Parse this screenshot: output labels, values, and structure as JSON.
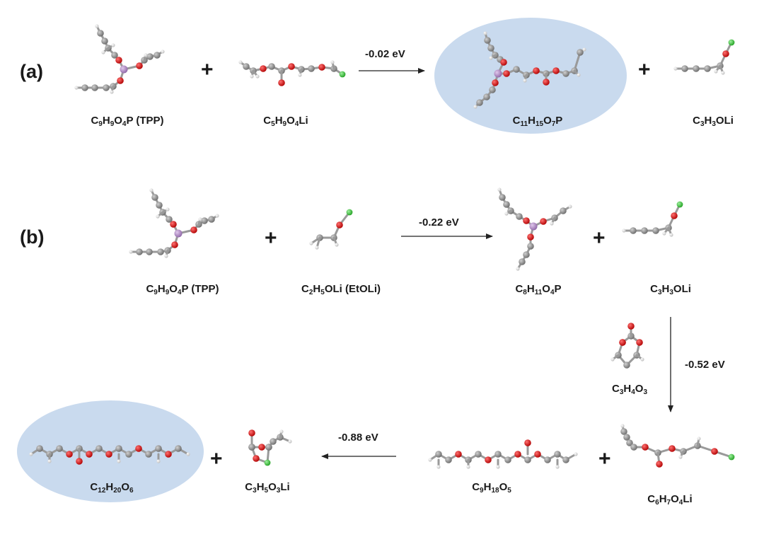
{
  "panels": {
    "a": "(a)",
    "b": "(b)"
  },
  "energies": {
    "a": "-0.02 eV",
    "b1": "-0.22 eV",
    "b2": "-0.52 eV",
    "b3": "-0.88 eV"
  },
  "plus_sign": "+",
  "colors": {
    "carbon": "#8c8c8c",
    "oxygen": "#e01818",
    "hydrogen": "#ececec",
    "phosphorus": "#b48cc8",
    "lithium": "#3cc83c",
    "highlight": "#c9daee"
  },
  "formulas": {
    "a_tpp": [
      {
        "t": "C"
      },
      {
        "s": "9"
      },
      {
        "t": "H"
      },
      {
        "s": "9"
      },
      {
        "t": "O"
      },
      {
        "s": "4"
      },
      {
        "t": "P (TPP)"
      }
    ],
    "a_r2": [
      {
        "t": "C"
      },
      {
        "s": "5"
      },
      {
        "t": "H"
      },
      {
        "s": "9"
      },
      {
        "t": "O"
      },
      {
        "s": "4"
      },
      {
        "t": "Li"
      }
    ],
    "a_p1": [
      {
        "t": "C"
      },
      {
        "s": "11"
      },
      {
        "t": "H"
      },
      {
        "s": "15"
      },
      {
        "t": "O"
      },
      {
        "s": "7"
      },
      {
        "t": "P"
      }
    ],
    "a_p2": [
      {
        "t": "C"
      },
      {
        "s": "3"
      },
      {
        "t": "H"
      },
      {
        "s": "3"
      },
      {
        "t": "OLi"
      }
    ],
    "b_tpp": [
      {
        "t": "C"
      },
      {
        "s": "9"
      },
      {
        "t": "H"
      },
      {
        "s": "9"
      },
      {
        "t": "O"
      },
      {
        "s": "4"
      },
      {
        "t": "P (TPP)"
      }
    ],
    "b_etoli": [
      {
        "t": "C"
      },
      {
        "s": "2"
      },
      {
        "t": "H"
      },
      {
        "s": "5"
      },
      {
        "t": "OLi (EtOLi)"
      }
    ],
    "b_p1": [
      {
        "t": "C"
      },
      {
        "s": "8"
      },
      {
        "t": "H"
      },
      {
        "s": "11"
      },
      {
        "t": "O"
      },
      {
        "s": "4"
      },
      {
        "t": "P"
      }
    ],
    "b_p2": [
      {
        "t": "C"
      },
      {
        "s": "3"
      },
      {
        "t": "H"
      },
      {
        "s": "3"
      },
      {
        "t": "OLi"
      }
    ],
    "b_ec": [
      {
        "t": "C"
      },
      {
        "s": "3"
      },
      {
        "t": "H"
      },
      {
        "s": "4"
      },
      {
        "t": "O"
      },
      {
        "s": "3"
      }
    ],
    "b_c6": [
      {
        "t": "C"
      },
      {
        "s": "6"
      },
      {
        "t": "H"
      },
      {
        "s": "7"
      },
      {
        "t": "O"
      },
      {
        "s": "4"
      },
      {
        "t": "Li"
      }
    ],
    "b_c9": [
      {
        "t": "C"
      },
      {
        "s": "9"
      },
      {
        "t": "H"
      },
      {
        "s": "18"
      },
      {
        "t": "O"
      },
      {
        "s": "5"
      }
    ],
    "b_c3li": [
      {
        "t": "C"
      },
      {
        "s": "3"
      },
      {
        "t": "H"
      },
      {
        "s": "5"
      },
      {
        "t": "O"
      },
      {
        "s": "3"
      },
      {
        "t": "Li"
      }
    ],
    "b_c12": [
      {
        "t": "C"
      },
      {
        "s": "12"
      },
      {
        "t": "H"
      },
      {
        "s": "20"
      },
      {
        "t": "O"
      },
      {
        "s": "6"
      }
    ]
  }
}
